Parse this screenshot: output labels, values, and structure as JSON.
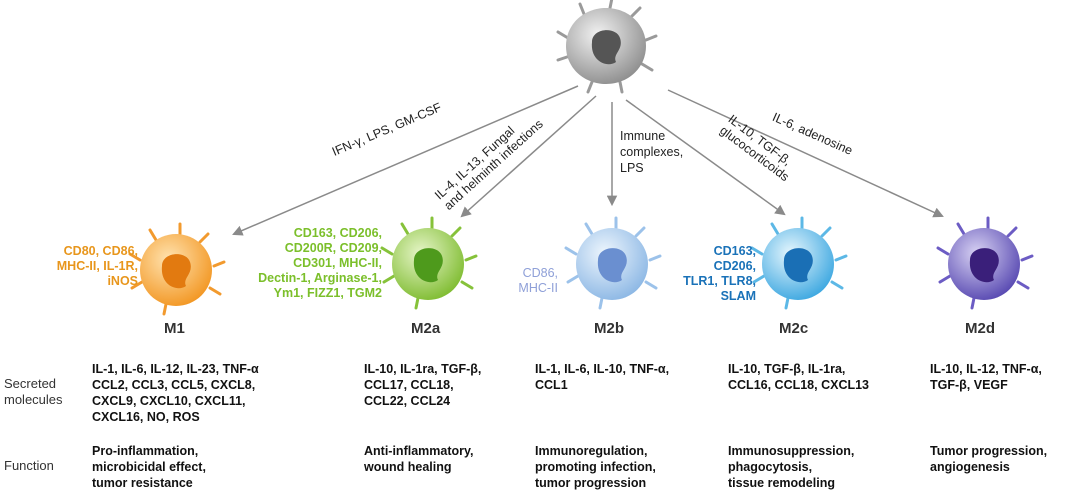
{
  "arrows": {
    "m1": "IFN-γ, LPS, GM-CSF",
    "m2a_line1": "IL-4, IL-13, Fungal",
    "m2a_line2": "and helminth infections",
    "m2b_lines": [
      "Immune",
      "complexes,",
      "LPS"
    ],
    "m2c_line1": "IL-10, TGF-β,",
    "m2c_line2": "glucocorticoids",
    "m2d": "IL-6, adenosine"
  },
  "cells": [
    {
      "key": "m1",
      "name": "M1",
      "color": "#f5a037",
      "markers": [
        "CD80, CD86,",
        "MHC-II, IL-1R,",
        "iNOS"
      ]
    },
    {
      "key": "m2a",
      "name": "M2a",
      "color": "#8bc63f",
      "markers": [
        "CD163, CD206,",
        "CD200R, CD209,",
        "CD301, MHC-II,",
        "Dectin-1, Arginase-1,",
        "Ym1, FIZZ1, TGM2"
      ]
    },
    {
      "key": "m2b",
      "name": "M2b",
      "color": "#9cc4ea",
      "markers": [
        "CD86,",
        "MHC-II"
      ]
    },
    {
      "key": "m2c",
      "name": "M2c",
      "color": "#5ab8e8",
      "markers": [
        "CD163,",
        "CD206,",
        "TLR1, TLR8,",
        "SLAM"
      ]
    },
    {
      "key": "m2d",
      "name": "M2d",
      "color": "#6a5bbf",
      "markers": []
    }
  ],
  "rows": {
    "secreted_label": [
      "Secreted",
      "molecules"
    ],
    "function_label": "Function",
    "secreted": [
      [
        "IL-1, IL-6, IL-12, IL-23, TNF-α",
        "CCL2, CCL3, CCL5, CXCL8,",
        "CXCL9, CXCL10, CXCL11,",
        "CXCL16, NO, ROS"
      ],
      [
        "IL-10, IL-1ra, TGF-β,",
        "CCL17, CCL18,",
        "CCL22, CCL24"
      ],
      [
        "IL-1, IL-6, IL-10, TNF-α,",
        "CCL1"
      ],
      [
        "IL-10, TGF-β, IL-1ra,",
        "CCL16, CCL18, CXCL13"
      ],
      [
        "IL-10, IL-12, TNF-α,",
        "TGF-β, VEGF"
      ]
    ],
    "function": [
      [
        "Pro-inflammation,",
        "microbicidal effect,",
        "tumor resistance"
      ],
      [
        "Anti-inflammatory,",
        "wound healing"
      ],
      [
        "Immunoregulation,",
        "promoting infection,",
        "tumor progression"
      ],
      [
        "Immunosuppression,",
        "phagocytosis,",
        "tissue remodeling"
      ],
      [
        "Tumor progression,",
        "angiogenesis"
      ]
    ]
  }
}
